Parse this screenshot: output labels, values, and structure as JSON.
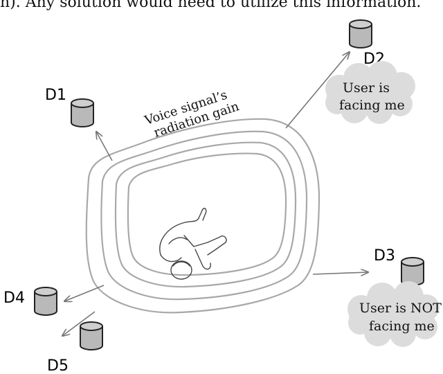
{
  "header": {
    "text": "h). Any solution would need to utilize this information."
  },
  "diagram": {
    "radiation_label_line1": "Voice signal’s",
    "radiation_label_line2": "radiation gain",
    "devices": [
      {
        "id": "D1",
        "label": "D1"
      },
      {
        "id": "D2",
        "label": "D2"
      },
      {
        "id": "D3",
        "label": "D3"
      },
      {
        "id": "D4",
        "label": "D4"
      },
      {
        "id": "D5",
        "label": "D5"
      }
    ],
    "cloud_facing": {
      "line1": "User is",
      "line2": "facing me"
    },
    "cloud_not_facing": {
      "line1": "User is NOT",
      "line2": "facing me"
    },
    "colors": {
      "device_fill": "#b9b9b9",
      "cloud_fill": "#dcdcdc",
      "contour_stroke": "#a8a8a8"
    }
  }
}
